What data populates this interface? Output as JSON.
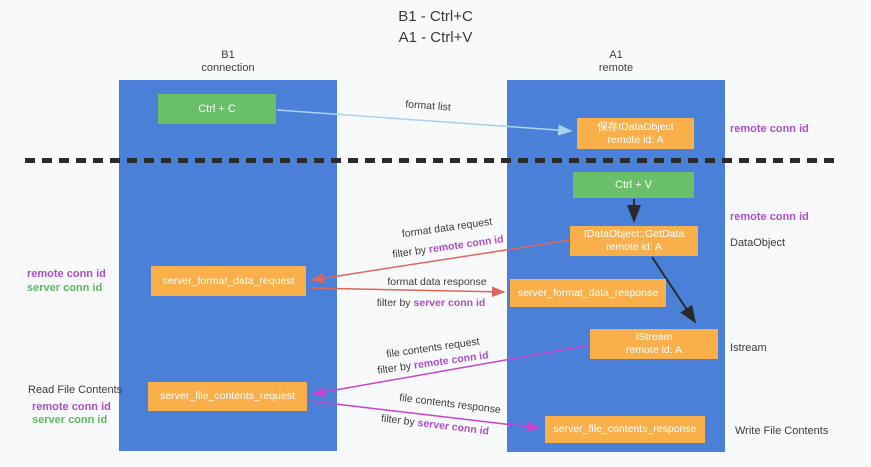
{
  "title": {
    "line1": "B1 - Ctrl+C",
    "line2": "A1 - Ctrl+V"
  },
  "columns": {
    "left": {
      "name": "B1",
      "subtitle": "connection"
    },
    "right": {
      "name": "A1",
      "subtitle": "remote"
    }
  },
  "nodes": {
    "ctrl_c": {
      "label": "Ctrl + C"
    },
    "ctrl_v": {
      "label": "Ctrl + V"
    },
    "save_dataobject": {
      "line1": "保存IDataObject",
      "line2": "remote id: A"
    },
    "getdata": {
      "line1": "IDataObject::GetData",
      "line2": "remote id: A"
    },
    "istream": {
      "line1": "IStream",
      "line2": "remote id: A"
    },
    "server_format_data_request": {
      "label": "server_format_data_request"
    },
    "server_format_data_response": {
      "label": "server_format_data_response"
    },
    "server_file_contents_request": {
      "label": "server_file_contents_request"
    },
    "server_file_contents_response": {
      "label": "server_file_contents_response"
    }
  },
  "arrow_labels": {
    "format_list": "format list",
    "format_data_request": "format data request",
    "format_data_response": "format data response",
    "file_contents_request": "file contents request",
    "file_contents_response": "file contents response",
    "filter_by": "filter by",
    "remote_conn_id": "remote conn id",
    "server_conn_id": "server conn id"
  },
  "side_labels": {
    "remote_conn_id_right_top": "remote conn id",
    "remote_conn_id_right_mid": "remote conn id",
    "dataobject": "DataObject",
    "istream": "Istream",
    "write_file_contents": "Write File Contents",
    "remote_conn_id_left_top": "remote conn id",
    "server_conn_id_left_top": "server conn id",
    "read_file_contents": "Read File Contents",
    "remote_conn_id_left_bottom": "remote conn id",
    "server_conn_id_left_bottom": "server conn id"
  },
  "colors": {
    "column_blue": "#4a80d8",
    "box_orange": "#f9b04a",
    "box_green": "#6abf69",
    "label_purple": "#ab4fc8",
    "label_green": "#5cb85c",
    "arrow_red": "#e0655e",
    "arrow_magenta": "#c943c9",
    "arrow_lightblue": "#a9d4f1",
    "text_dark": "#3c3c3c",
    "background": "#f8f9fa"
  }
}
